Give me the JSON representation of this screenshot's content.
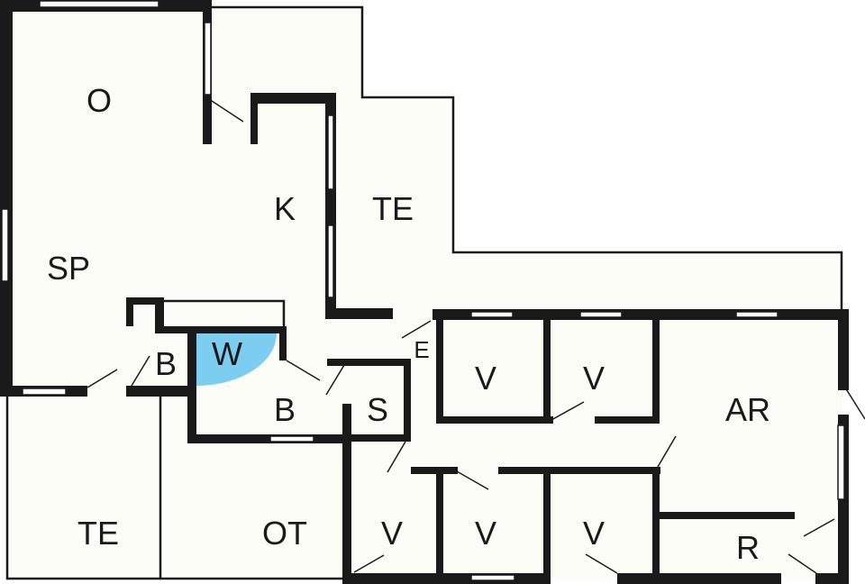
{
  "floorplan": {
    "accent_color": "#7dcdf0",
    "wall_color": "#1a1a1a",
    "floor_color": "#fdfdf8",
    "rooms": {
      "o": "O",
      "sp": "SP",
      "k": "K",
      "te_top": "TE",
      "b_small": "B",
      "w": "W",
      "b_bath": "B",
      "s": "S",
      "e": "E",
      "v1": "V",
      "v2": "V",
      "ar": "AR",
      "te_bottom": "TE",
      "ot": "OT",
      "v3": "V",
      "v4": "V",
      "v5": "V",
      "r": "R"
    }
  }
}
